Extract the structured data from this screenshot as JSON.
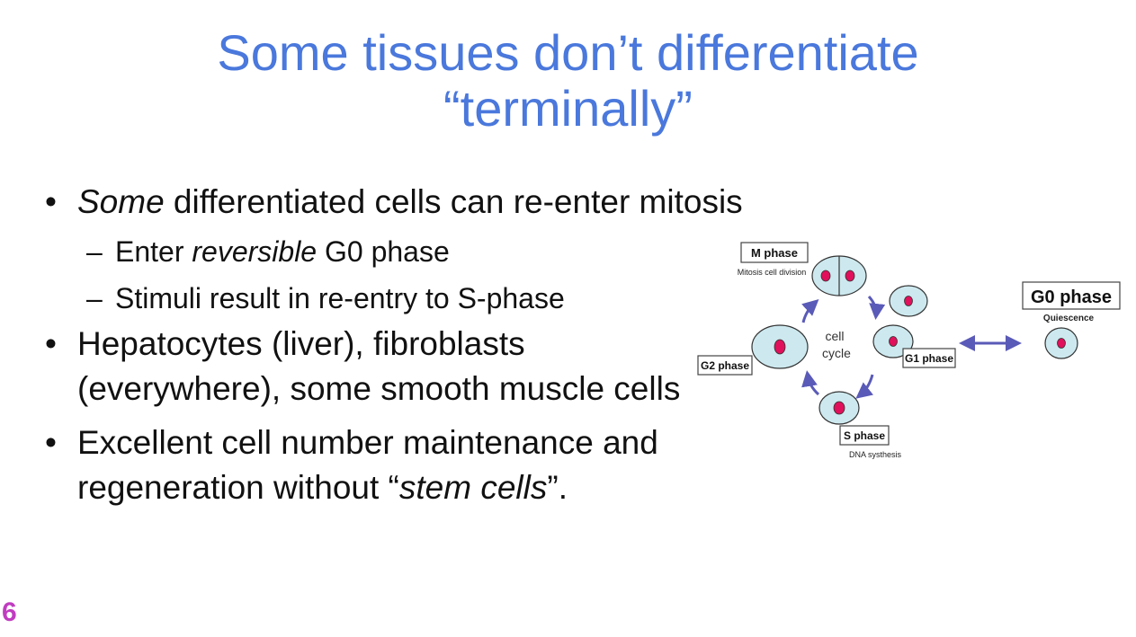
{
  "slide": {
    "title_line1": "Some tissues don’t differentiate",
    "title_line2": "“terminally”",
    "number": "6"
  },
  "bullets": {
    "b1_em": "Some",
    "b1_rest": " differentiated cells can re-enter mitosis",
    "sub1_pre": "Enter ",
    "sub1_em": "reversible",
    "sub1_post": " G0 phase",
    "sub2": "Stimuli result in re-entry to S-phase",
    "b2": "Hepatocytes (liver), fibroblasts (everywhere), some smooth muscle cells",
    "b3_pre": "Excellent cell number maintenance and regeneration without “",
    "b3_em": "stem cells",
    "b3_post": "”."
  },
  "diagram": {
    "m_phase": "M phase",
    "m_desc": "Mitosis cell division",
    "g2_phase": "G2 phase",
    "g1_phase": "G1 phase",
    "s_phase": "S phase",
    "s_desc": "DNA systhesis",
    "center_line1": "cell",
    "center_line2": "cycle",
    "g0_phase": "G0 phase",
    "g0_desc": "Quiescence",
    "colors": {
      "cell_fill": "#cde9ef",
      "nucleus": "#e0105a",
      "arrow": "#5a5ab8",
      "box_stroke": "#444444"
    }
  }
}
